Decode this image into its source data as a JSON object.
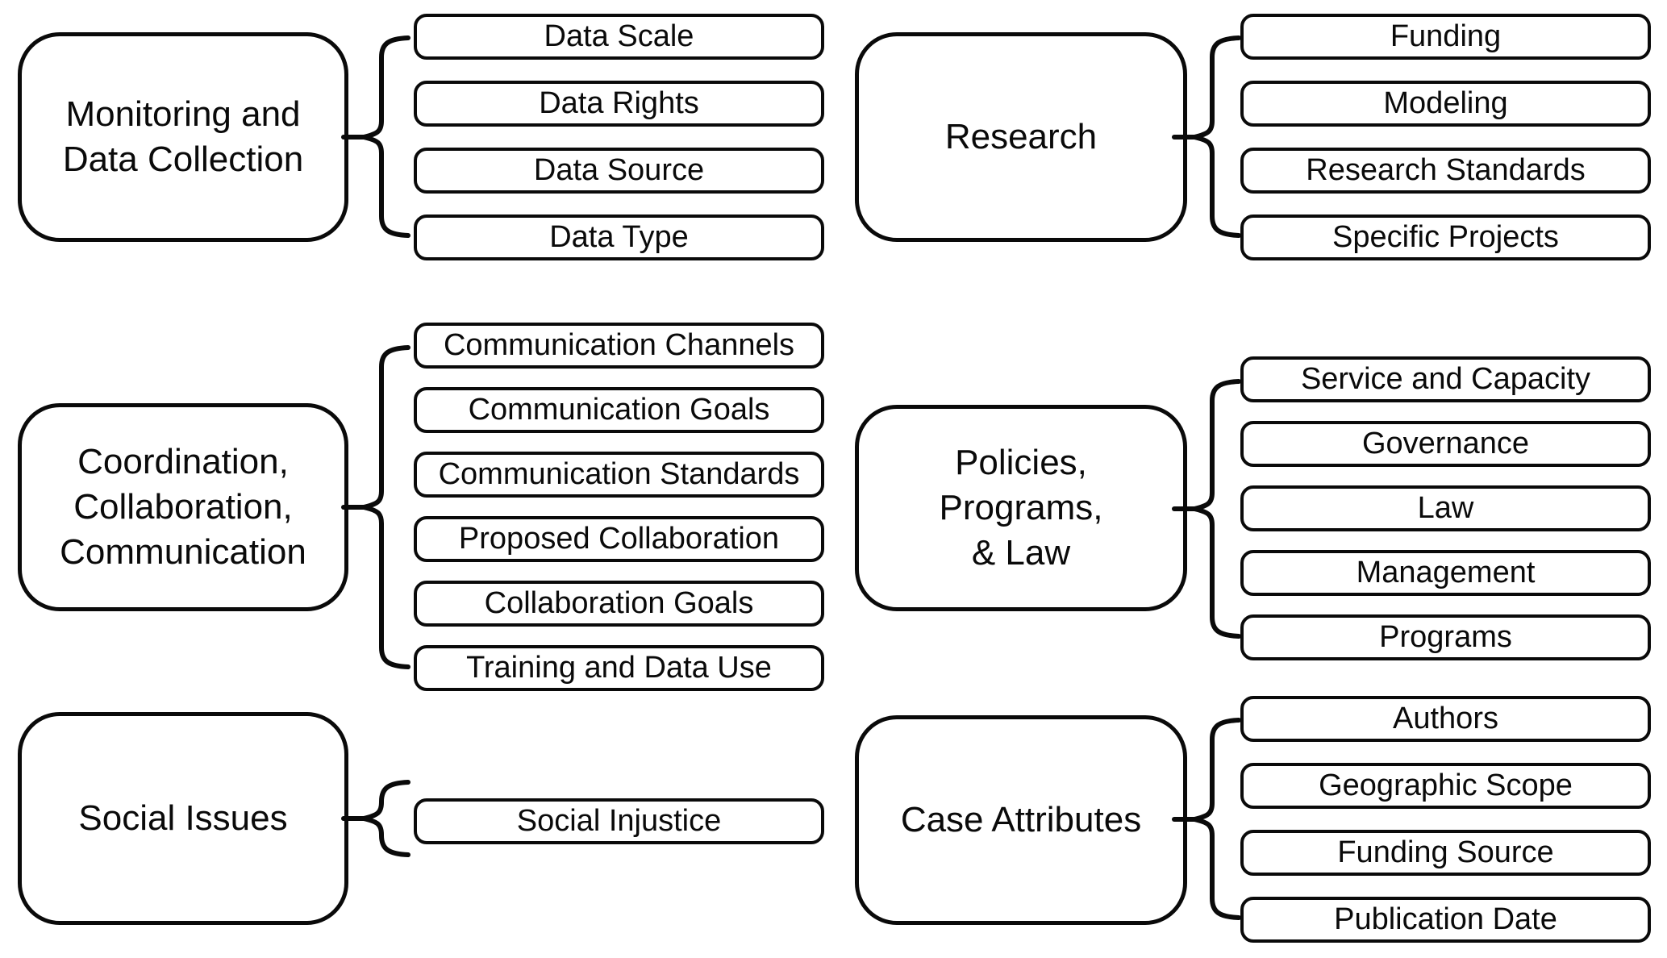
{
  "diagram": {
    "colors": {
      "stroke": "#0a0a0a",
      "background": "#ffffff",
      "text": "#0a0a0a"
    },
    "groups": [
      {
        "title": "Monitoring and\nData Collection",
        "children": [
          "Data Scale",
          "Data Rights",
          "Data Source",
          "Data Type"
        ]
      },
      {
        "title": "Research",
        "children": [
          "Funding",
          "Modeling",
          "Research Standards",
          "Specific Projects"
        ]
      },
      {
        "title": "Coordination,\nCollaboration,\nCommunication",
        "children": [
          "Communication Channels",
          "Communication Goals",
          "Communication Standards",
          "Proposed Collaboration",
          "Collaboration Goals",
          "Training and Data Use"
        ]
      },
      {
        "title": "Policies,\nPrograms,\n& Law",
        "children": [
          "Service and Capacity",
          "Governance",
          "Law",
          "Management",
          "Programs"
        ]
      },
      {
        "title": "Social Issues",
        "children": [
          "Social Injustice"
        ]
      },
      {
        "title": "Case Attributes",
        "children": [
          "Authors",
          "Geographic Scope",
          "Funding Source",
          "Publication Date"
        ]
      }
    ]
  }
}
